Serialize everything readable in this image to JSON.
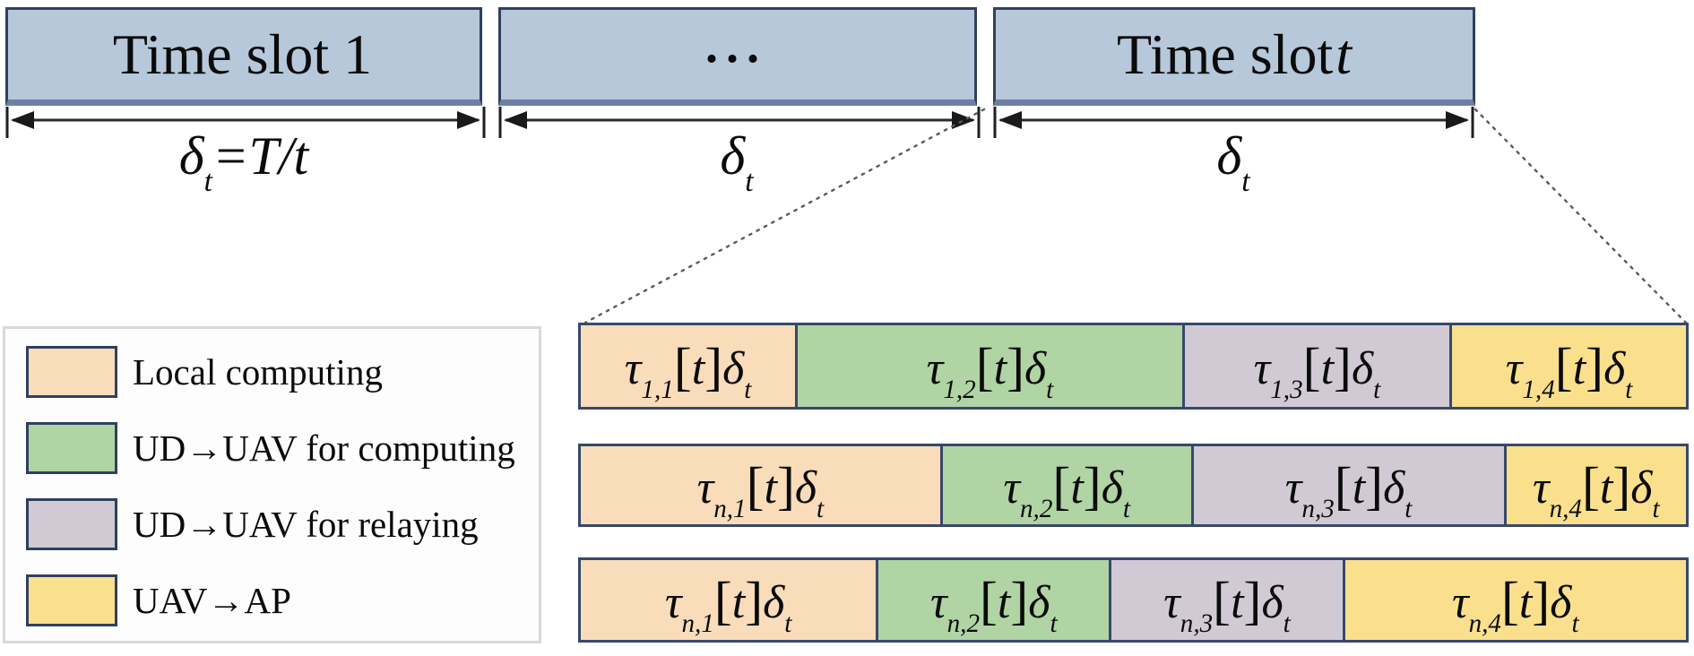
{
  "palette": {
    "slot_fill": "#b6c8da",
    "slot_border": "#2f4060",
    "slot_bottom_strip": "#6d80a4",
    "local": "#f9dcba",
    "computing": "#b0d4a4",
    "relaying": "#d1cad5",
    "ap": "#fae08d",
    "segment_border": "#37486b",
    "legend_border": "#d9d9d9",
    "arrow": "#2a2a2a",
    "dotted_line": "#5a5a5a"
  },
  "timeline": {
    "slots": [
      {
        "main": "Time slot 1",
        "italic_suffix": ""
      },
      {
        "main": "...",
        "italic_suffix": ""
      },
      {
        "main": "Time slot",
        "italic_suffix": "t"
      }
    ],
    "durations": [
      {
        "symbol": "δ",
        "sub": "t",
        "rest": "=T/t"
      },
      {
        "symbol": "δ",
        "sub": "t",
        "rest": ""
      },
      {
        "symbol": "δ",
        "sub": "t",
        "rest": ""
      }
    ]
  },
  "segment_label": {
    "tau": "τ",
    "open": "[",
    "t": "t",
    "close": "]",
    "delta": "δ",
    "delta_sub": "t"
  },
  "rows": [
    {
      "segments": [
        {
          "key": "local",
          "sub": "1,1",
          "width": 19.4
        },
        {
          "key": "computing",
          "sub": "1,2",
          "width": 35.0
        },
        {
          "key": "relaying",
          "sub": "1,3",
          "width": 24.2
        },
        {
          "key": "ap",
          "sub": "1,4",
          "width": 21.4
        }
      ]
    },
    {
      "segments": [
        {
          "key": "local",
          "sub": "n,1",
          "width": 32.5
        },
        {
          "key": "computing",
          "sub": "n,2",
          "width": 22.7
        },
        {
          "key": "relaying",
          "sub": "n,3",
          "width": 28.3
        },
        {
          "key": "ap",
          "sub": "n,4",
          "width": 16.5
        }
      ]
    },
    {
      "segments": [
        {
          "key": "local",
          "sub": "n,1",
          "width": 26.7
        },
        {
          "key": "computing",
          "sub": "n,2",
          "width": 21.1
        },
        {
          "key": "relaying",
          "sub": "n,3",
          "width": 21.1
        },
        {
          "key": "ap",
          "sub": "n,4",
          "width": 31.1
        }
      ]
    }
  ],
  "legend": {
    "items": [
      {
        "key": "local",
        "label": "Local computing"
      },
      {
        "key": "computing",
        "label": "UD→UAV for computing"
      },
      {
        "key": "relaying",
        "label": "UD→UAV for relaying"
      },
      {
        "key": "ap",
        "label": "UAV→AP"
      }
    ]
  }
}
